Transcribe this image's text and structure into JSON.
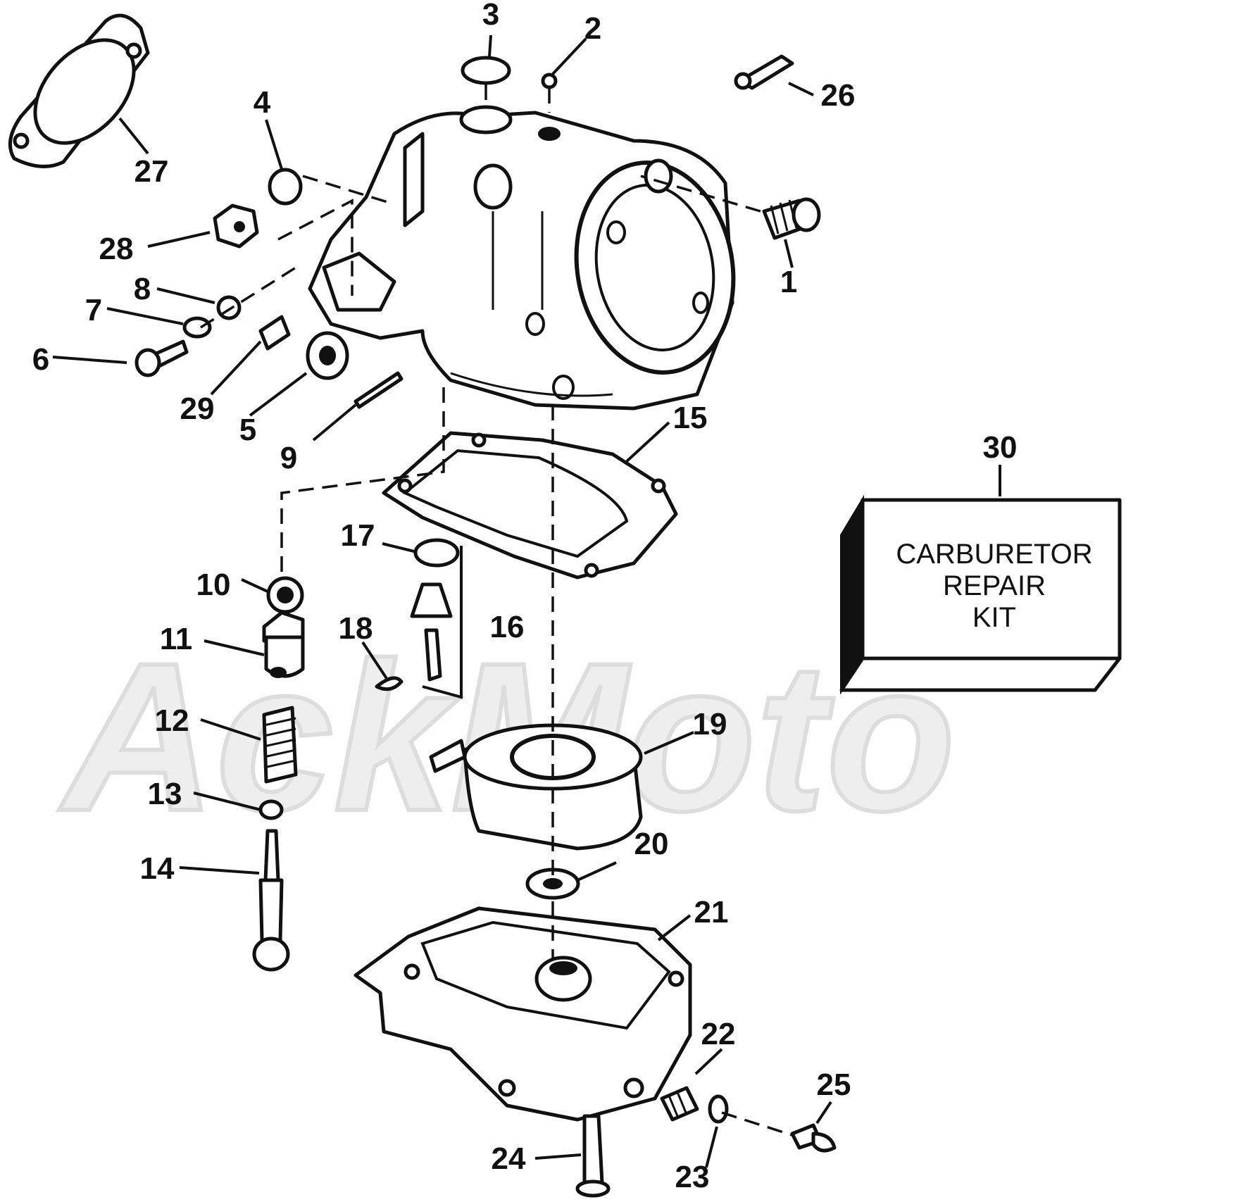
{
  "watermark": "AckMoto",
  "kit": {
    "number": "30",
    "lines": [
      "CARBURETOR",
      "REPAIR",
      "KIT"
    ]
  },
  "callouts": {
    "p1": "1",
    "p2": "2",
    "p3": "3",
    "p4": "4",
    "p5": "5",
    "p6": "6",
    "p7": "7",
    "p8": "8",
    "p9": "9",
    "p10": "10",
    "p11": "11",
    "p12": "12",
    "p13": "13",
    "p14": "14",
    "p15": "15",
    "p16": "16",
    "p17": "17",
    "p18": "18",
    "p19": "19",
    "p20": "20",
    "p21": "21",
    "p22": "22",
    "p23": "23",
    "p24": "24",
    "p25": "25",
    "p26": "26",
    "p27": "27",
    "p28": "28",
    "p29": "29"
  }
}
